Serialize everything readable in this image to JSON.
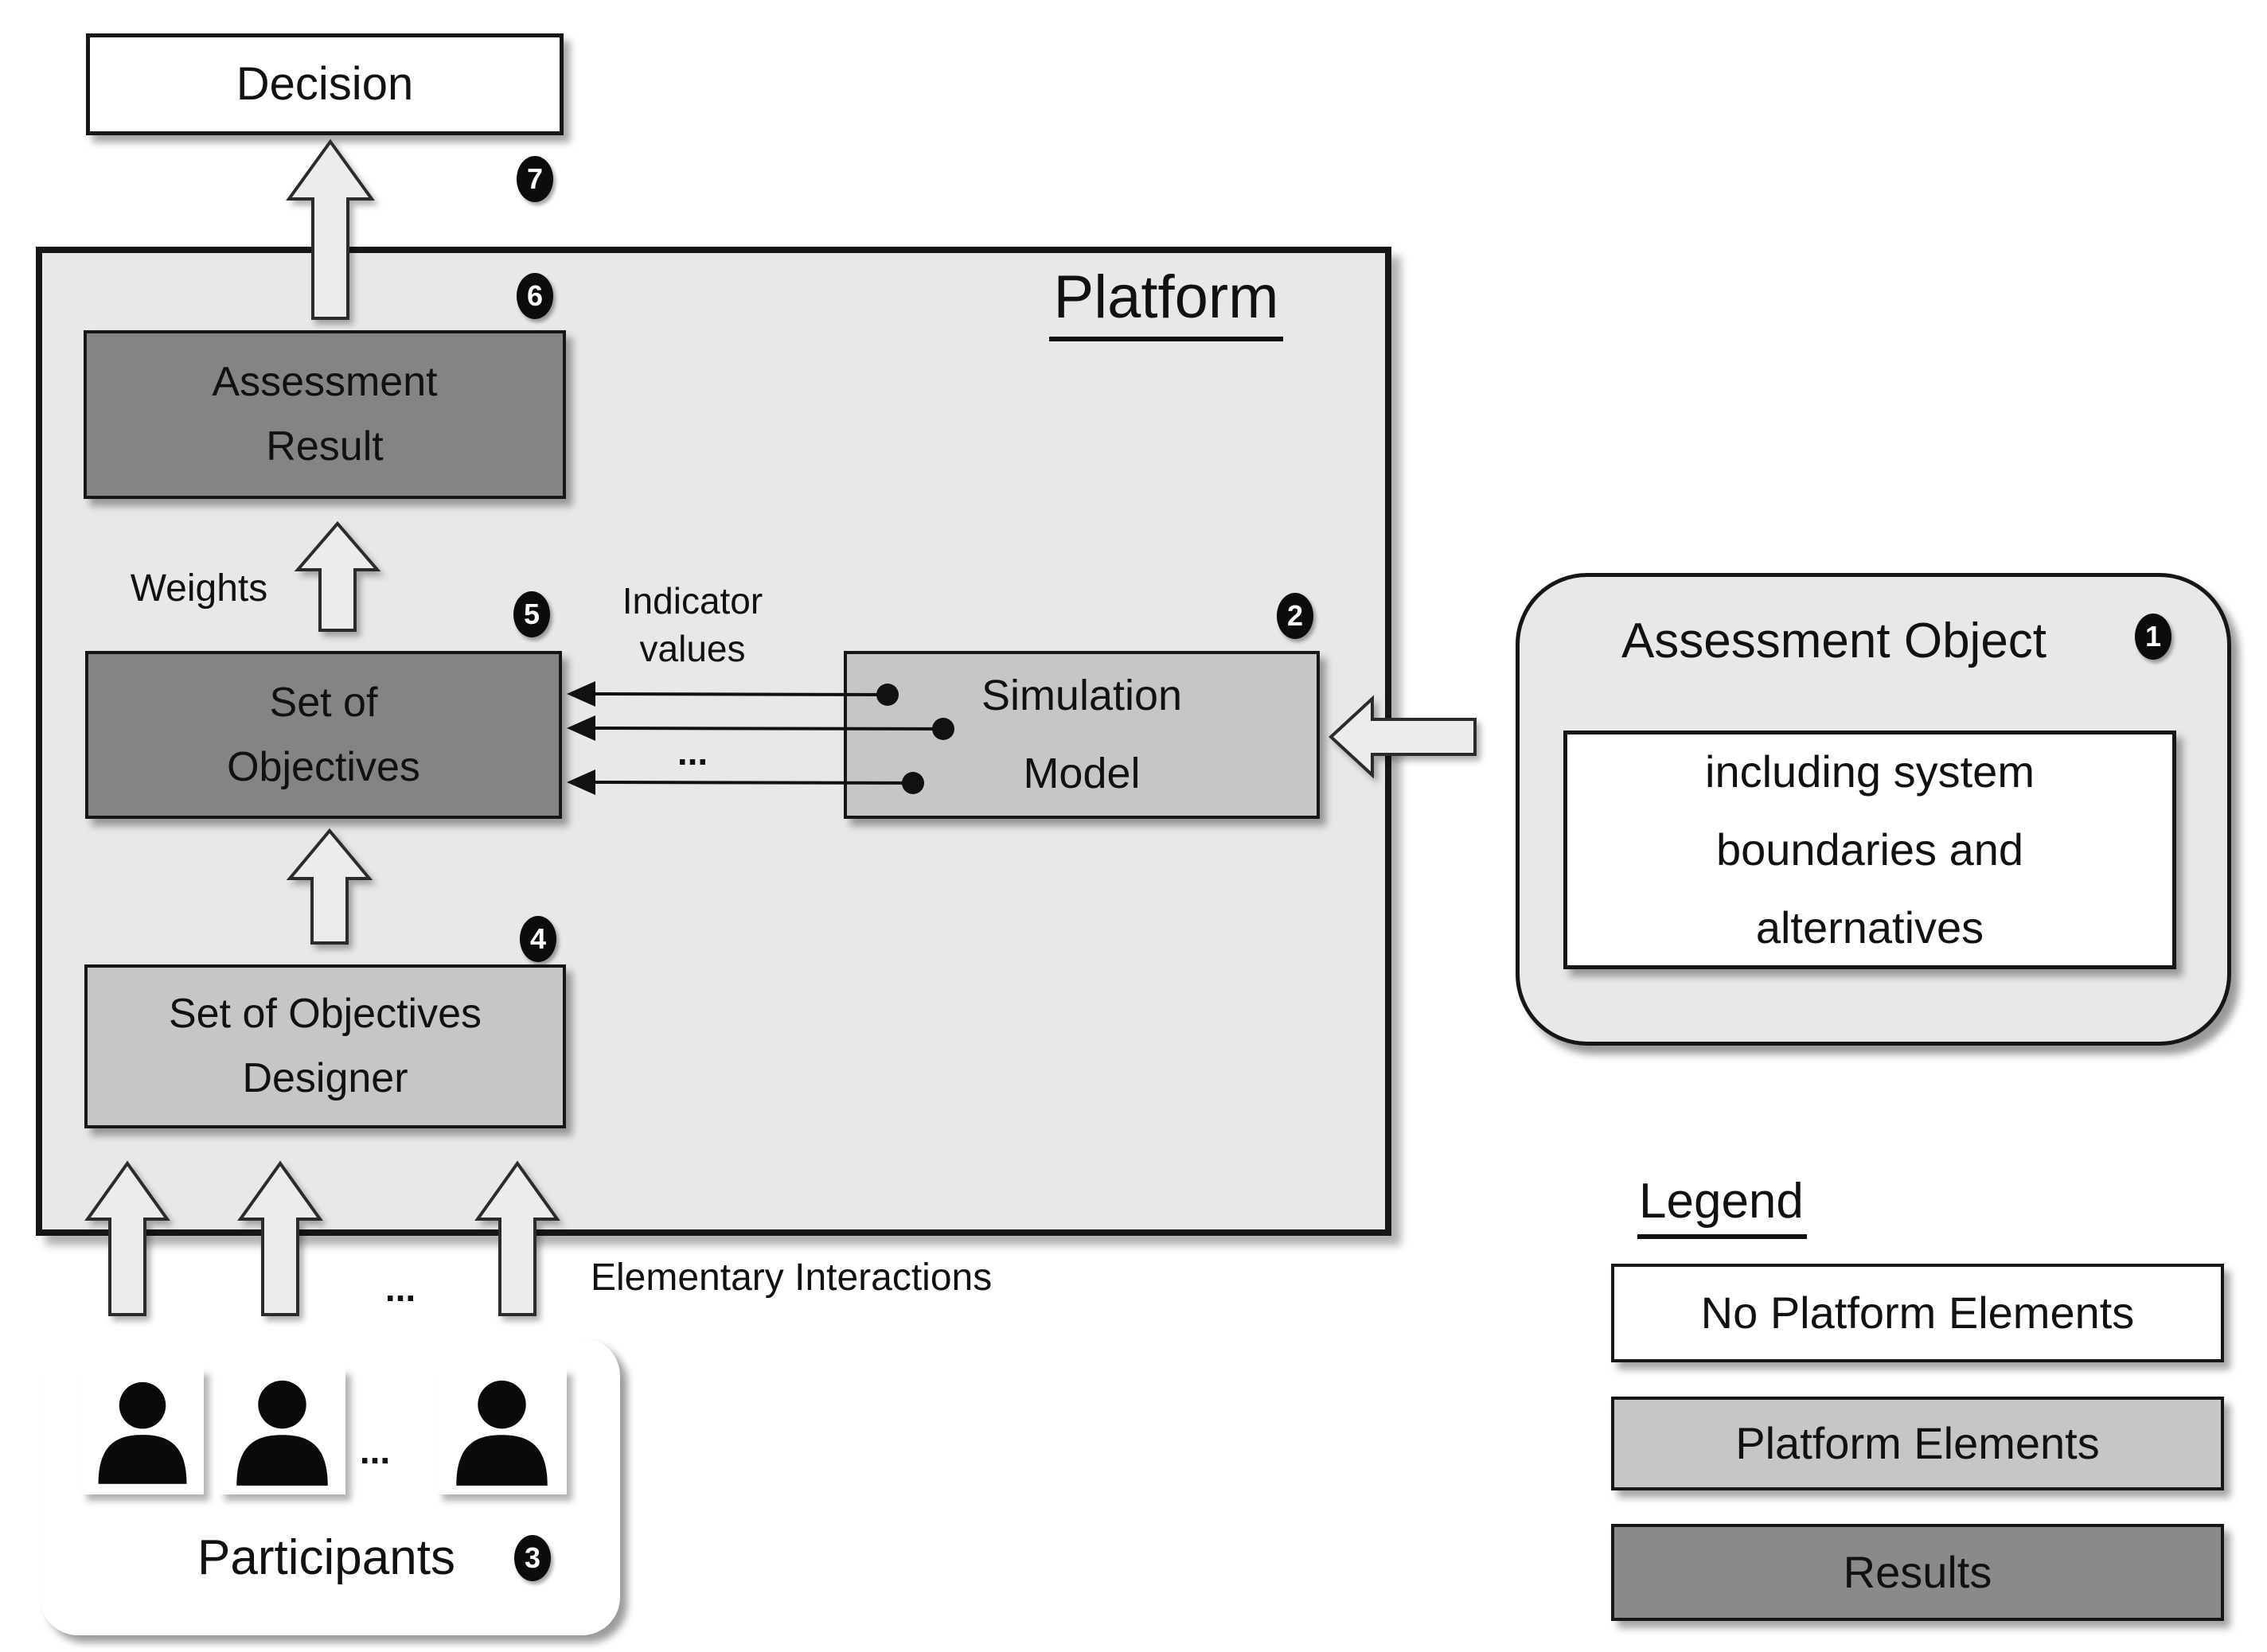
{
  "diagram": {
    "platform_title": "Platform",
    "boxes": {
      "decision": "Decision",
      "assessment_result": "Assessment\nResult",
      "set_of_objectives": "Set of\nObjectives",
      "set_of_objectives_designer": "Set of Objectives\nDesigner",
      "simulation_model": "Simulation\nModel",
      "participants": "Participants",
      "assessment_object_title": "Assessment Object",
      "assessment_object_note": "including system\nboundaries and\nalternatives"
    },
    "labels": {
      "weights": "Weights",
      "indicator_values": "Indicator\nvalues",
      "elementary_interactions": "Elementary Interactions",
      "ellipsis_between_arrows": "...",
      "ellipsis_between_lines": "...",
      "ellipsis_between_persons": "..."
    },
    "badges": {
      "b1": "1",
      "b2": "2",
      "b3": "3",
      "b4": "4",
      "b5": "5",
      "b6": "6",
      "b7": "7"
    },
    "legend": {
      "title": "Legend",
      "items": [
        {
          "label": "No Platform Elements",
          "color": "#ffffff"
        },
        {
          "label": "Platform Elements",
          "color": "#c6c6c6"
        },
        {
          "label": "Results",
          "color": "#8a8a8a"
        }
      ]
    },
    "colors": {
      "platform_fill": "#e8e8e8",
      "platform_element_fill": "#c6c6c6",
      "result_fill": "#848484",
      "no_platform_fill": "#ffffff",
      "assessment_object_fill": "#e8e8e8"
    }
  }
}
